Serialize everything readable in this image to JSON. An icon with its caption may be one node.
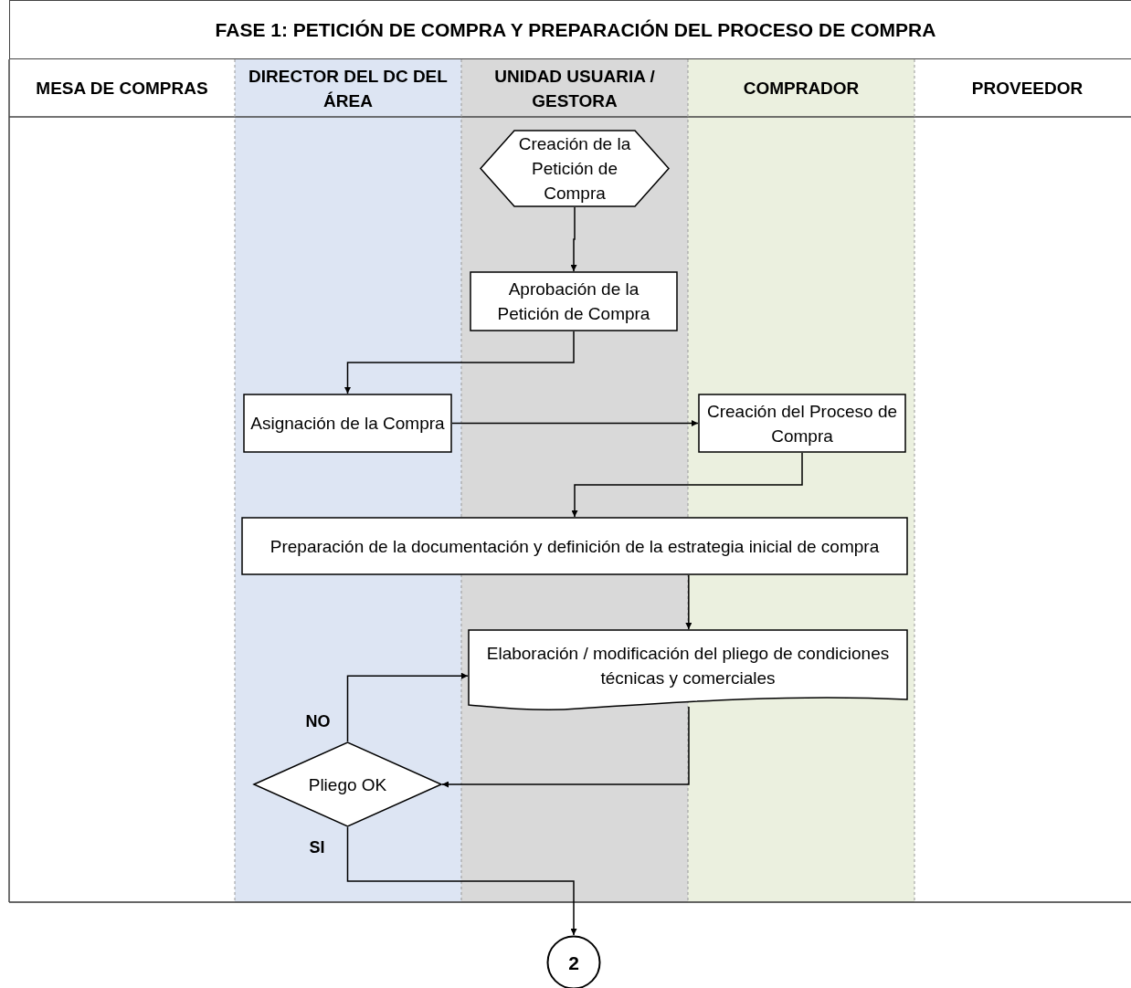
{
  "diagram": {
    "title": "FASE 1: PETICIÓN DE COMPRA Y PREPARACIÓN DEL PROCESO DE COMPRA",
    "nodes": [
      {
        "text": [
          "MESA DE COMPRAS"
        ]
      },
      {
        "text": [
          "DIRECTOR DEL DC DEL ÁREA"
        ]
      },
      {
        "text": [
          "UNIDAD USUARIA / GESTORA"
        ]
      },
      {
        "text": [
          "COMPRADOR"
        ]
      },
      {
        "text": [
          "PROVEEDOR"
        ]
      },
      {
        "text": [
          "Creación de la Petición de Compra"
        ],
        "in": 2
      },
      {
        "text": [
          "Aprobación de la Petición de Compra"
        ],
        "in": 2
      },
      {
        "text": [
          "Asignación de la Compra"
        ],
        "in": 1
      },
      {
        "text": [
          "Creación del Proceso de Compra"
        ],
        "in": 3
      },
      {
        "text": [
          "Preparación de la documentación y definición de la estrategia inicial de compra"
        ]
      },
      {
        "text": [
          "Elaboración / modificación del pliego de condiciones técnicas y comerciales"
        ]
      },
      {
        "text": [
          "Pliego OK"
        ],
        "in": 1
      },
      {
        "text": [
          "2"
        ]
      }
    ],
    "edges": [
      {
        "from": 5,
        "to": 6,
        "arrow": "to"
      },
      {
        "from": 6,
        "to": 7,
        "arrow": "to"
      },
      {
        "from": 7,
        "to": 8,
        "arrow": "to"
      },
      {
        "from": 8,
        "to": 9,
        "arrow": "to"
      },
      {
        "from": 9,
        "to": 10,
        "arrow": "to"
      },
      {
        "from": 10,
        "to": 11,
        "arrow": "to"
      },
      {
        "from": 11,
        "to": 10,
        "arrow": "to",
        "label": "NO"
      },
      {
        "from": 11,
        "to": 12,
        "arrow": "to",
        "label": "SI"
      }
    ]
  }
}
